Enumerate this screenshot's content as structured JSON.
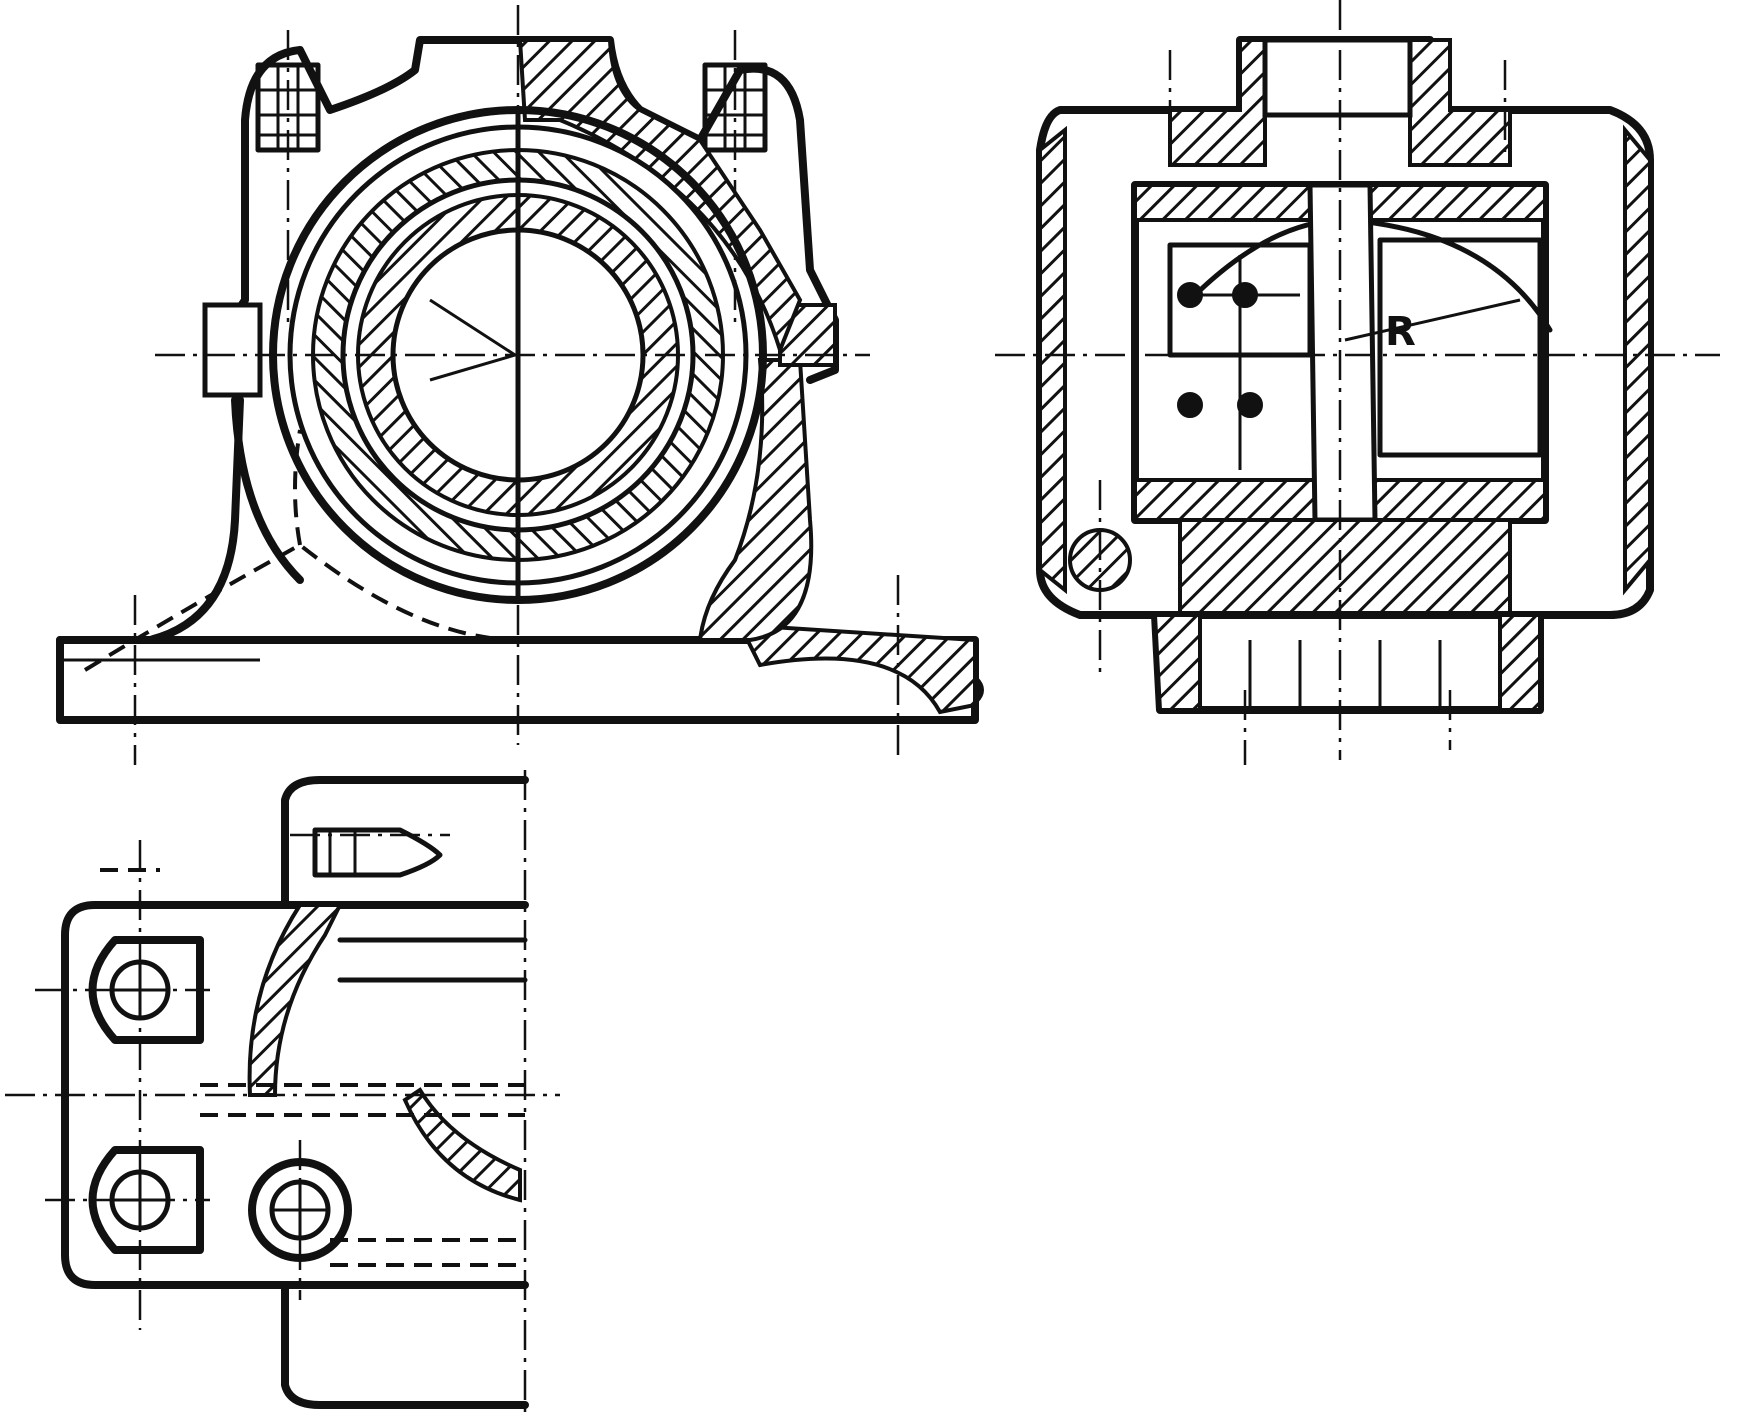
{
  "views": {
    "front": {
      "type": "half-section"
    },
    "side": {
      "type": "section",
      "radius_label": "R"
    },
    "top": {
      "type": "half-plan"
    }
  }
}
